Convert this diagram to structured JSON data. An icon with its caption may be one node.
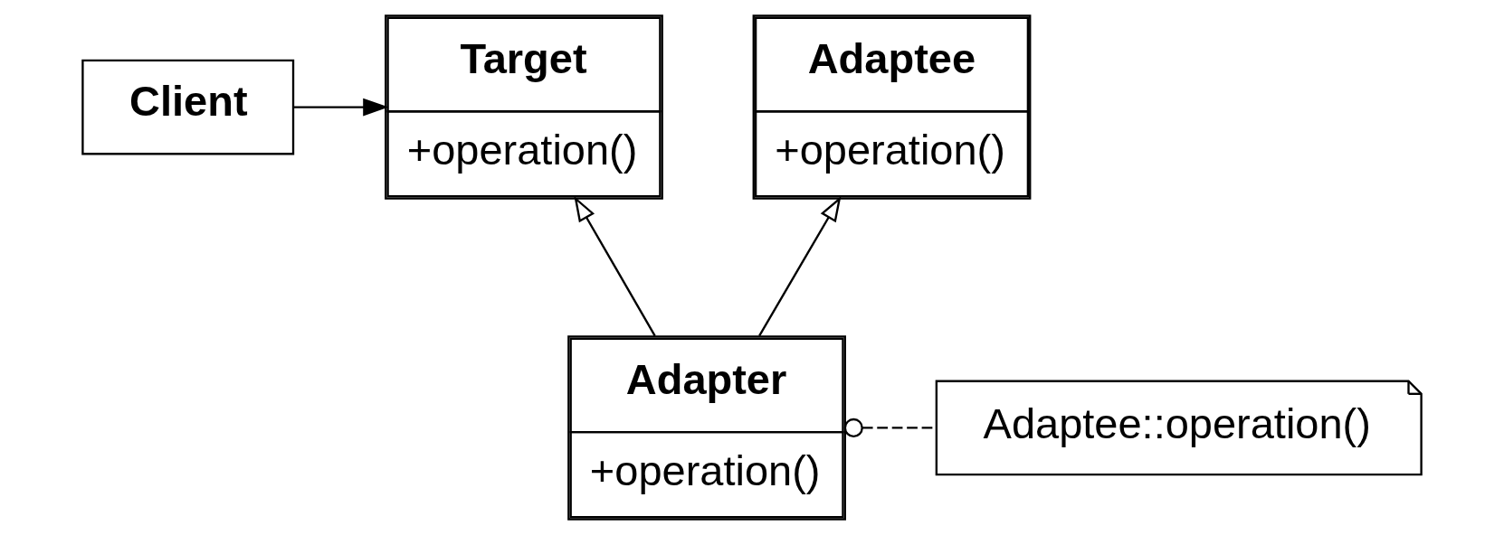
{
  "diagram": {
    "nodes": [
      {
        "text": [
          "Client"
        ]
      },
      {
        "text": [
          "Target",
          "+operation()"
        ]
      },
      {
        "text": [
          "Adaptee",
          "+operation()"
        ]
      },
      {
        "text": [
          "Adapter",
          "+operation()"
        ]
      },
      {
        "text": [
          "Adaptee::operation()"
        ]
      }
    ],
    "edges": [
      {
        "from": 0,
        "to": 1,
        "arrow": "to"
      },
      {
        "from": 3,
        "to": 1,
        "arrow": "to"
      },
      {
        "from": 3,
        "to": 2,
        "arrow": "to"
      },
      {
        "from": 3,
        "to": 4,
        "arrow": "other",
        "style": "dashed"
      }
    ]
  }
}
